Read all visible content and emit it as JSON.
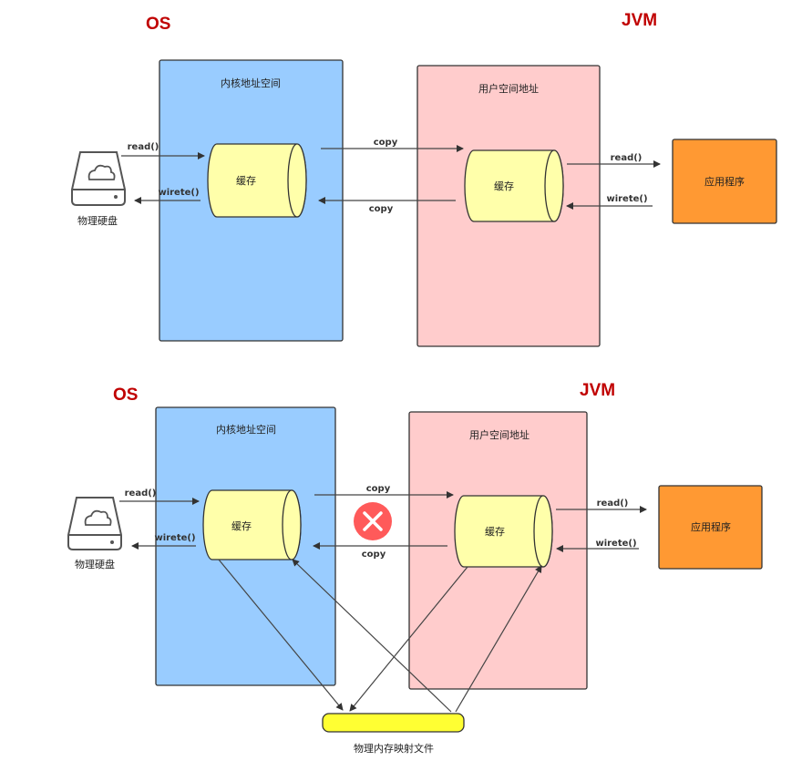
{
  "top": {
    "os_label": "OS",
    "jvm_label": "JVM",
    "kernel_space_label": "内核地址空间",
    "user_space_label": "用户空间地址",
    "kernel_cache_label": "缓存",
    "user_cache_label": "缓存",
    "disk_label": "物理硬盘",
    "app_label": "应用程序",
    "disk_read": "read()",
    "disk_write": "wirete()",
    "copy_to_user": "copy",
    "copy_to_kernel": "copy",
    "app_read": "read()",
    "app_write": "wirete()"
  },
  "bottom": {
    "os_label": "OS",
    "jvm_label": "JVM",
    "kernel_space_label": "内核地址空间",
    "user_space_label": "用户空间地址",
    "kernel_cache_label": "缓存",
    "user_cache_label": "缓存",
    "disk_label": "物理硬盘",
    "app_label": "应用程序",
    "disk_read": "read()",
    "disk_write": "wirete()",
    "copy_to_user": "copy",
    "copy_to_kernel": "copy",
    "app_read": "read()",
    "app_write": "wirete()",
    "mmap_label": "物理内存映射文件"
  },
  "colors": {
    "kernel_fill": "#99ccff",
    "user_fill": "#ffcccc",
    "cache_fill": "#ffffaa",
    "app_fill": "#ff9933",
    "mmap_fill": "#ffff33",
    "title_red": "#c00000",
    "cross_red": "#ff5a5a"
  },
  "icons": [
    "hard-disk-icon",
    "cloud-icon",
    "cross-icon"
  ]
}
